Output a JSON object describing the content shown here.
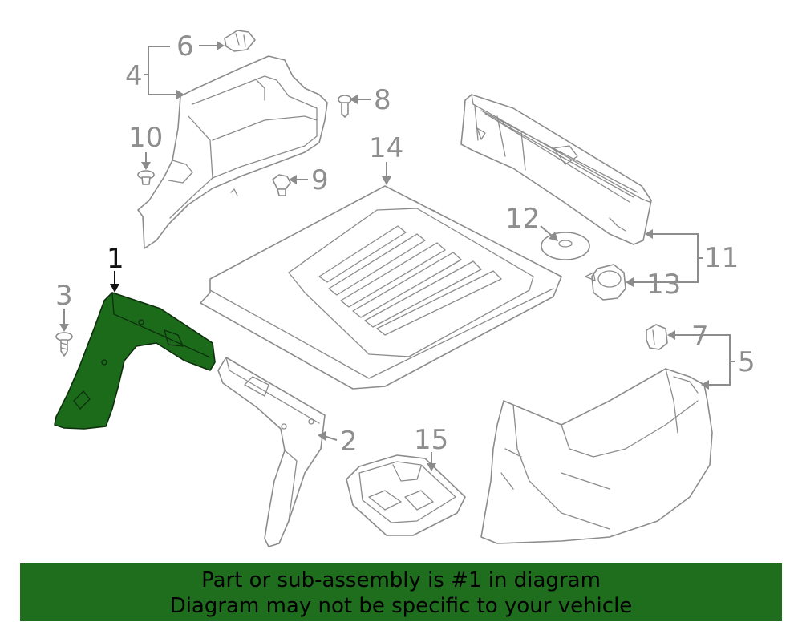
{
  "callouts": [
    {
      "id": "1",
      "selected": true
    },
    {
      "id": "2"
    },
    {
      "id": "3"
    },
    {
      "id": "4"
    },
    {
      "id": "5"
    },
    {
      "id": "6"
    },
    {
      "id": "7"
    },
    {
      "id": "8"
    },
    {
      "id": "9"
    },
    {
      "id": "10"
    },
    {
      "id": "11"
    },
    {
      "id": "12"
    },
    {
      "id": "13"
    },
    {
      "id": "14"
    },
    {
      "id": "15"
    }
  ],
  "highlight_color": "#1e6e1e",
  "banner": {
    "line1": "Part or sub-assembly is #1 in diagram",
    "line2": "Diagram may not be specific to your vehicle"
  }
}
